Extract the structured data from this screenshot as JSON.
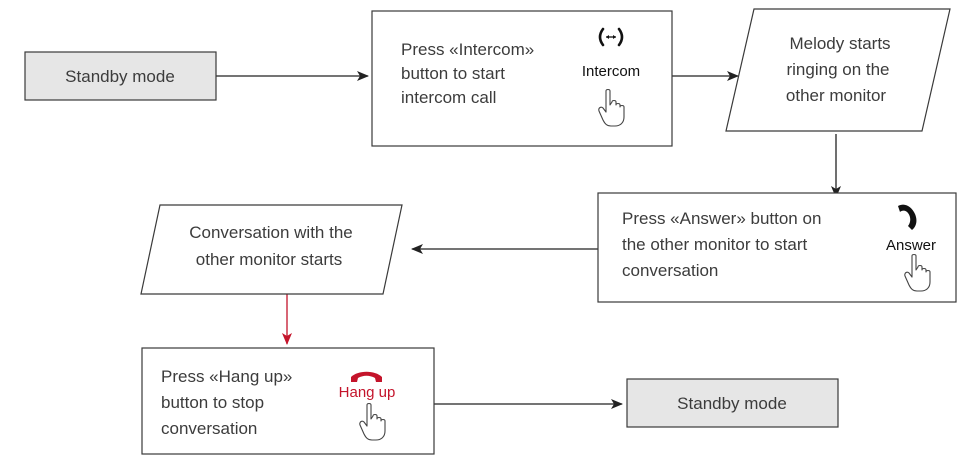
{
  "nodes": {
    "standby_start": {
      "label": [
        "Standby mode"
      ]
    },
    "press_intercom": {
      "label": [
        "Press «Intercom»",
        "button to start",
        "intercom call"
      ],
      "button_label": "Intercom",
      "icon": "intercom-arrows-icon"
    },
    "melody": {
      "label": [
        "Melody starts",
        "ringing on the",
        "other monitor"
      ]
    },
    "press_answer": {
      "label": [
        "Press «Answer» button on",
        "the other monitor to start",
        "conversation"
      ],
      "button_label": "Answer",
      "icon": "phone-handset-icon"
    },
    "conversation": {
      "label": [
        "Conversation with the",
        "other monitor starts"
      ]
    },
    "press_hangup": {
      "label": [
        "Press «Hang up»",
        "button to stop",
        "conversation"
      ],
      "button_label": "Hang up",
      "icon": "hang-up-icon"
    },
    "standby_end": {
      "label": [
        "Standby mode"
      ]
    }
  },
  "colors": {
    "box_fill_grey": "#e6e6e6",
    "stroke": "#3a3a3a",
    "accent_red": "#c4142b"
  }
}
